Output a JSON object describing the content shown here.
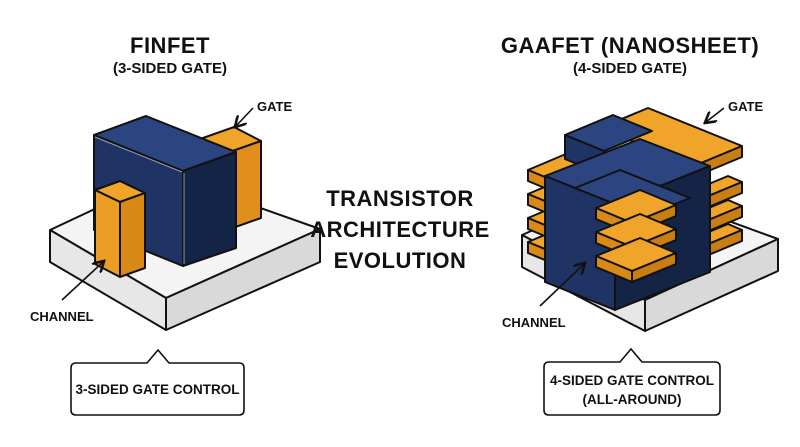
{
  "finfet": {
    "title": "FINFET",
    "subtitle": "(3-SIDED GATE)",
    "gate_label": "GATE",
    "channel_label": "CHANNEL",
    "callout": "3-SIDED GATE CONTROL"
  },
  "gaafet": {
    "title": "GAAFET (NANOSHEET)",
    "subtitle": "(4-SIDED GATE)",
    "gate_label": "GATE",
    "channel_label": "CHANNEL",
    "callout_line1": "4-SIDED GATE CONTROL",
    "callout_line2": "(ALL-AROUND)"
  },
  "center": {
    "line1": "TRANSISTOR",
    "line2": "ARCHITECTURE",
    "line3": "EVOLUTION"
  },
  "colors": {
    "gate": "#1f3364",
    "channel": "#e69a1e",
    "substrate": "#efefef",
    "outline": "#111111"
  }
}
